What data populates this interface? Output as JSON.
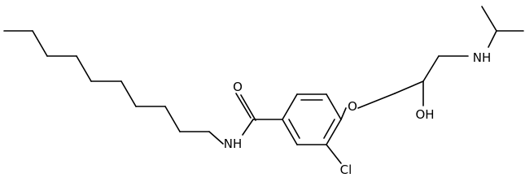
{
  "diagram": {
    "type": "chemical-structure",
    "atom_labels": {
      "carbonyl_oxygen": "O",
      "amide_nitrogen": "NH",
      "chlorine": "Cl",
      "ether_oxygen": "O",
      "hydroxyl": "OH",
      "amine_nitrogen": "NH"
    }
  }
}
